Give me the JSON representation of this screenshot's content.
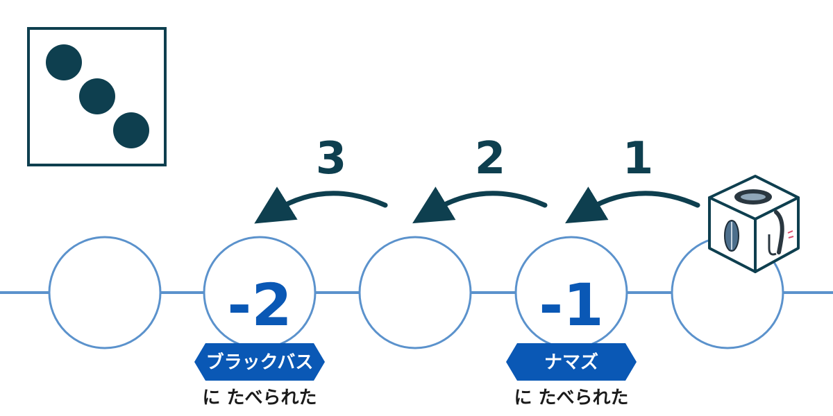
{
  "dice": {
    "face": 3,
    "icon": "die-face-three-icon"
  },
  "moves": [
    {
      "step": "1"
    },
    {
      "step": "2"
    },
    {
      "step": "3"
    }
  ],
  "spaces": [
    {
      "id": "space-1",
      "penalty": ""
    },
    {
      "id": "space-2",
      "penalty": "-2",
      "badge": "ブラックバス",
      "caption": "に たべられた"
    },
    {
      "id": "space-3",
      "penalty": ""
    },
    {
      "id": "space-4",
      "penalty": "-1",
      "badge": "ナマズ",
      "caption": "に たべられた"
    },
    {
      "id": "space-5",
      "penalty": ""
    }
  ],
  "token": {
    "icon": "bait-cube-token-icon"
  },
  "colors": {
    "dark": "#0e3f4f",
    "track": "#5b92cc",
    "penalty": "#0a58b5",
    "badge": "#0a58b5"
  }
}
